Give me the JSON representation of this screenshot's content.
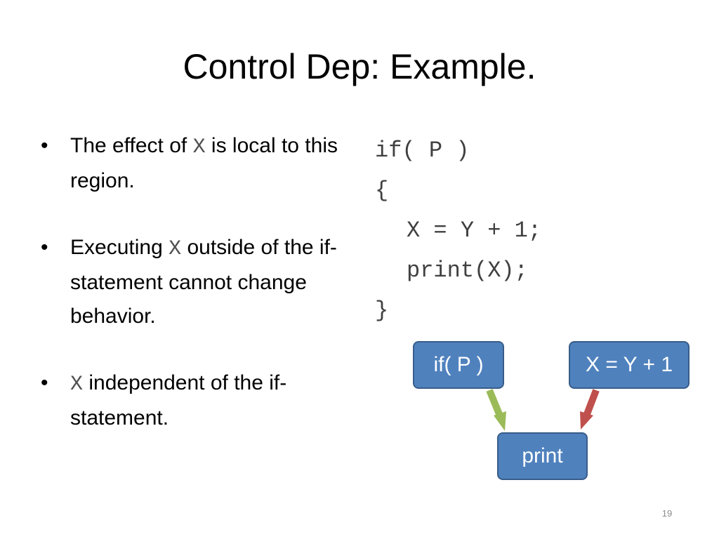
{
  "slide": {
    "title": "Control Dep: Example.",
    "page_number": "19"
  },
  "bullets": {
    "marker": "•",
    "items": [
      {
        "before": "The effect of ",
        "code": "X",
        "after": " is local to this region."
      },
      {
        "before": "Executing ",
        "code": "X",
        "after": " outside of the if-statement cannot change behavior."
      },
      {
        "before": "",
        "code": "X",
        "after": " independent of the if-statement."
      }
    ]
  },
  "code": {
    "lines": [
      "if( P )",
      "{",
      "X = Y + 1;",
      "print(X);",
      "}"
    ]
  },
  "diagram": {
    "nodes": {
      "if": "if( P )",
      "assign": "X = Y + 1",
      "print": "print"
    },
    "colors": {
      "node_fill": "#4f81bd",
      "node_border": "#385d8a",
      "edge_if_to_print": "#9bbb59",
      "edge_assign_to_print": "#c0504d"
    }
  }
}
